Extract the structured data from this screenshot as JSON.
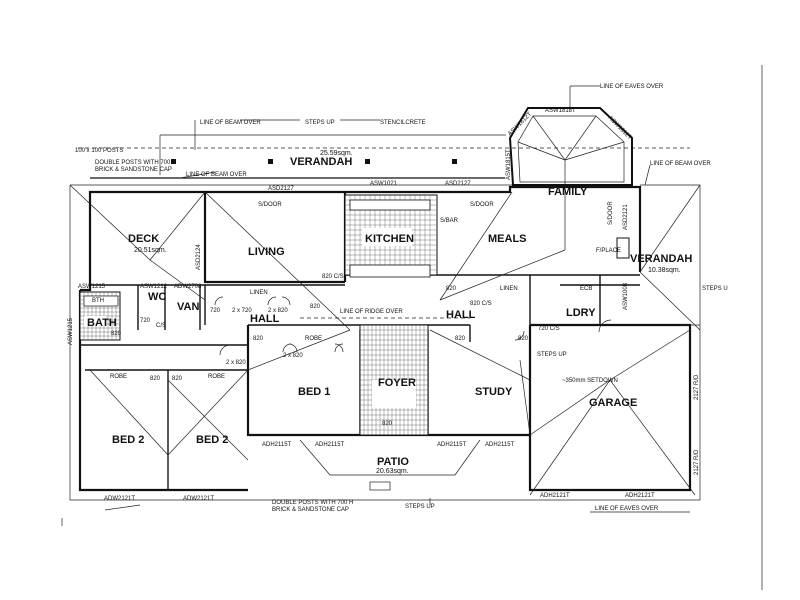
{
  "rooms": {
    "verandah_top": "VERANDAH",
    "verandah_top_area": "25.59sqm.",
    "deck": "DECK",
    "deck_area": "20.51sqm.",
    "living": "LIVING",
    "kitchen": "KITCHEN",
    "meals": "MEALS",
    "family": "FAMILY",
    "verandah_right": "VERANDAH",
    "verandah_right_area": "10.38sqm.",
    "bath": "BATH",
    "wc": "WC",
    "van": "VAN",
    "hall_left": "HALL",
    "hall_right": "HALL",
    "bed1": "BED 1",
    "bed2a": "BED 2",
    "bed2b": "BED 2",
    "foyer": "FOYER",
    "study": "STUDY",
    "garage": "GARAGE",
    "patio": "PATIO",
    "patio_area": "20.63sqm.",
    "ldry": "LDRY"
  },
  "notes": {
    "line_beam_over_top": "LINE OF BEAM OVER",
    "steps_up_top": "STEPS UP",
    "stencilcrete": "STENCILCRETE",
    "posts": "100 x 100 POSTS",
    "double_posts_1": "DOUBLE POSTS WITH 700 H",
    "double_posts_2": "BRICK & SANDSTONE CAP",
    "line_beam_over_left": "LINE OF BEAM OVER",
    "line_eaves_top": "LINE OF EAVES OVER",
    "line_beam_over_right": "LINE OF BEAM OVER",
    "line_ridge_over": "LINE OF RIDGE OVER",
    "steps_up_mid": "STEPS UP",
    "steps_up_right": "STEPS U",
    "setdown": "~350mm SETDOWN",
    "double_posts_bottom_1": "DOUBLE POSTS WITH 700 H",
    "double_posts_bottom_2": "BRICK & SANDSTONE CAP",
    "steps_up_bottom": "STEPS UP",
    "line_eaves_bottom": "LINE OF EAVES OVER",
    "sdoor_living": "S/DOOR",
    "sdoor_meals": "S/DOOR",
    "sbar": "S/BAR",
    "fplace": "F/PLACE",
    "sdoor_family": "S/DOOR",
    "linen_left": "LINEN",
    "linen_right": "LINEN",
    "robe_bed1": "ROBE",
    "robe_bed2a": "ROBE",
    "robe_bed2b": "ROBE",
    "cs_bath": "C/S",
    "cs_820": "820 C/S",
    "cs_hall": "820 C/S",
    "cs_ldry": "720 C/S",
    "bth": "BTH",
    "ecb": "ECB"
  },
  "dims": {
    "d820_a": "820",
    "d820_b": "820",
    "d820_c": "820",
    "d820_d": "820",
    "d820_e": "820",
    "d820_f": "820",
    "d820_g": "820",
    "d820_h": "820",
    "d820_i": "820",
    "d720_a": "720",
    "d720_b": "720",
    "d2x820_a": "2 x 720",
    "d2x820_b": "2 x 820",
    "d2x820_c": "2 x 820",
    "d2x820_d": "2 x 820"
  },
  "windows": {
    "asd2127_a": "ASD2127",
    "asw1021": "ASW1021",
    "asd2127_b": "ASD2127",
    "asw1818t": "ASW1818T",
    "asw1812t_l": "ASW1812T",
    "asw1812t_r": "ASW1812T",
    "asw1815t": "ASW1815T",
    "asw1215_left": "ASW1215",
    "asw1212": "ASW1212",
    "adw2708": "ADW2708",
    "asw1215_v": "ASW1215",
    "asd2124": "ASD2124",
    "adw2121t_a": "ADW2121T",
    "adw2121t_b": "ADW2121T",
    "adh2115t_a": "ADH2115T",
    "adh2115t_b": "ADH2115T",
    "adh2115t_c": "ADH2115T",
    "adh2115t_d": "ADH2115T",
    "adh2121t_c": "ADH2121T",
    "adh2121t_d": "ADH2121T",
    "asd2121": "ASD2121",
    "asw1008": "ASW1008",
    "rd2127": "2127 R/D",
    "rd2127b": "2127 R/D"
  }
}
